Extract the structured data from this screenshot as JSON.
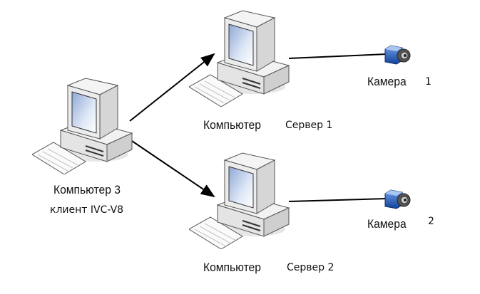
{
  "nodes": {
    "client": {
      "title": "Компьютер 3",
      "subtitle": "клиент IVC-V8"
    },
    "server1": {
      "title": "Компьютер",
      "subtitle": "Сервер 1"
    },
    "server2": {
      "title": "Компьютер",
      "subtitle": "Сервер 2"
    },
    "camera1": {
      "title": "Камера",
      "number": "1"
    },
    "camera2": {
      "title": "Камера",
      "number": "2"
    }
  },
  "colors": {
    "line": "#000000",
    "camera_blue": "#1f5fbf",
    "screen": "#b8cbe8"
  }
}
